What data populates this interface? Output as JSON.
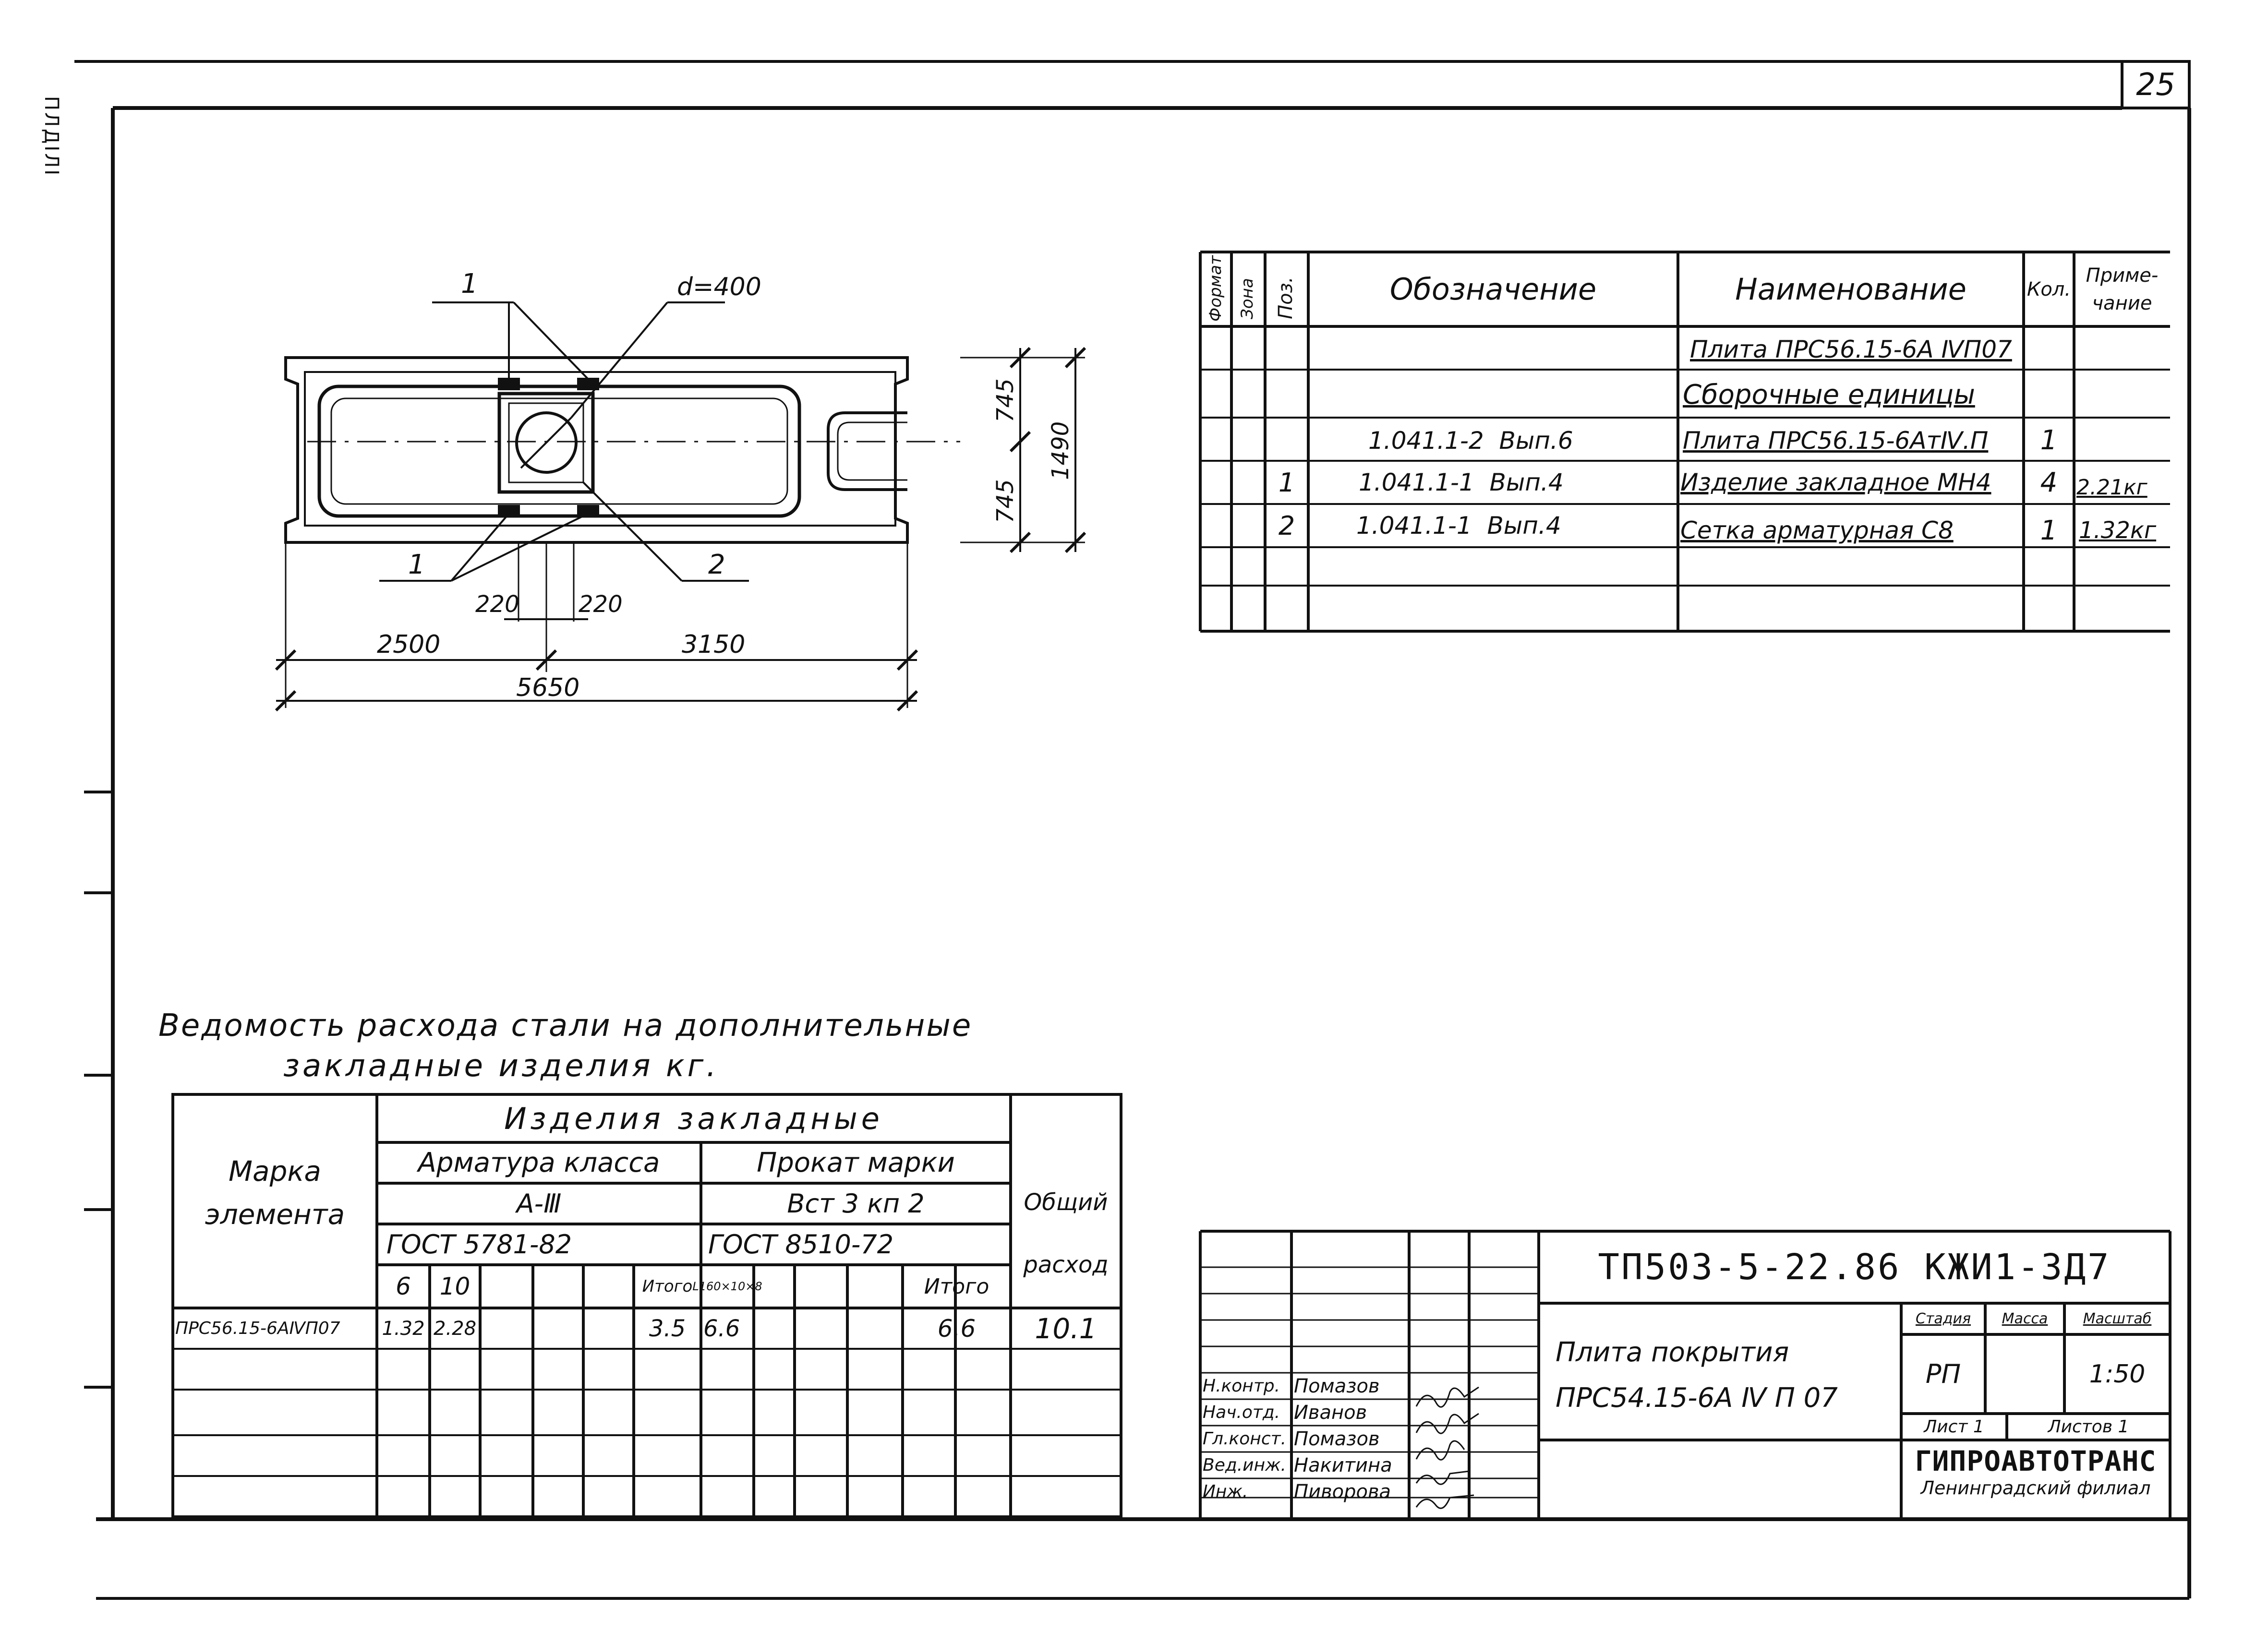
{
  "page_number": "25",
  "margin_mark": "ПЛДІЛІ",
  "drawing": {
    "callout_1_top": "1",
    "callout_1_bottom": "1",
    "callout_2": "2",
    "diameter_label": "d=400",
    "dim_745_top": "745",
    "dim_745_bottom": "745",
    "dim_1490": "1490",
    "dim_220_left": "220",
    "dim_220_right": "220",
    "dim_2500": "2500",
    "dim_3150": "3150",
    "dim_5650": "5650"
  },
  "spec_table": {
    "headers": {
      "format": "Формат",
      "zone": "Зона",
      "pos": "Поз.",
      "designation": "Обозначение",
      "name": "Наименование",
      "qty": "Кол.",
      "note_line1": "Приме-",
      "note_line2": "чание"
    },
    "rows": [
      {
        "pos": "",
        "designation": "",
        "name": "Плита ПРС56.15-6А ⅣП07",
        "qty": "",
        "note": ""
      },
      {
        "pos": "",
        "designation": "",
        "name": "Сборочные единицы",
        "qty": "",
        "note": ""
      },
      {
        "pos": "",
        "designation": "1.041.1-2  Вып.6",
        "name": "Плита ПРС56.15-6АтⅣ.П",
        "qty": "1",
        "note": ""
      },
      {
        "pos": "1",
        "designation": "1.041.1-1  Вып.4",
        "name": "Изделие закладное МН4",
        "qty": "4",
        "note": "2.21кг"
      },
      {
        "pos": "2",
        "designation": "1.041.1-1  Вып.4",
        "name": "Сетка арматурная С8",
        "qty": "1",
        "note": "1.32кг"
      },
      {
        "pos": "",
        "designation": "",
        "name": "",
        "qty": "",
        "note": ""
      },
      {
        "pos": "",
        "designation": "",
        "name": "",
        "qty": "",
        "note": ""
      }
    ]
  },
  "steel_statement": {
    "title_line1": "Ведомость расхода стали на дополнительные",
    "title_line2": "закладные изделия кг.",
    "h_mark_line1": "Марка",
    "h_mark_line2": "элемента",
    "h_embedded": "Изделия закладные",
    "h_rebar_class": "Арматура класса",
    "h_rolled_grade": "Прокат марки",
    "h_rebar_value": "А-Ⅲ",
    "h_rolled_value": "Вст 3 кп 2",
    "h_rebar_gost": "ГОСТ 5781-82",
    "h_rolled_gost": "ГОСТ 8510-72",
    "h_total_line1": "Общий",
    "h_total_line2": "расход",
    "sub_6": "6",
    "sub_10": "10",
    "sub_total_rebar": "Итого",
    "sub_angle": "L160×10×8",
    "sub_total_rolled": "Итого",
    "row": {
      "mark": "ПРС56.15-6АⅣП07",
      "v6": "1.32",
      "v10": "2.28",
      "total_rebar": "3.5",
      "angle": "6.6",
      "total_rolled": "6.6",
      "total": "10.1"
    }
  },
  "title_block": {
    "code": "ТП503-5-22.86 КЖИ1-3Д7",
    "name_line1": "Плита покрытия",
    "name_line2": "ПРС54.15-6А Ⅳ П 07",
    "stage_label": "Стадия",
    "mass_label": "Масса",
    "scale_label": "Масштаб",
    "stage": "РП",
    "mass": "",
    "scale": "1:50",
    "sheet_label": "Лист 1",
    "sheets_label": "Листов 1",
    "org_line1": "ГИПРОАВТОТРАНС",
    "org_line2": "Ленинградский филиал",
    "people": [
      {
        "role": "Н.контр.",
        "name": "Помазов"
      },
      {
        "role": "Нач.отд.",
        "name": "Иванов"
      },
      {
        "role": "Гл.конст.",
        "name": "Помазов"
      },
      {
        "role": "Вед.инж.",
        "name": "Накитина"
      },
      {
        "role": "Инж.",
        "name": "Пиворова"
      }
    ]
  }
}
